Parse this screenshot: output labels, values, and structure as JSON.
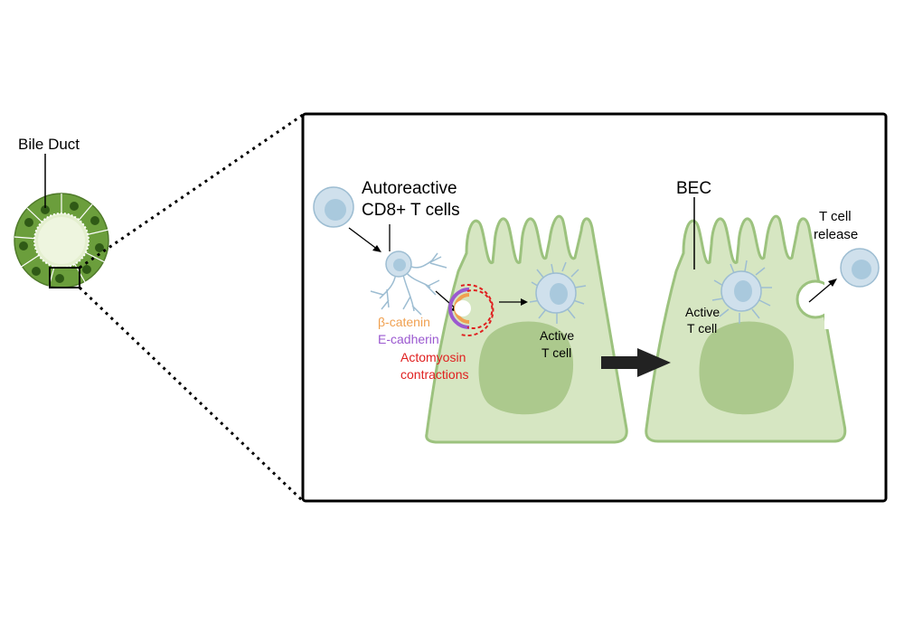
{
  "labels": {
    "bile_duct": "Bile Duct",
    "autoreactive_line1": "Autoreactive",
    "autoreactive_line2": "CD8+ T cells",
    "beta_catenin": "β-catenin",
    "e_cadherin": "E-cadherin",
    "actomyosin_line1": "Actomyosin",
    "actomyosin_line2": "contractions",
    "active_t_cell_1_line1": "Active",
    "active_t_cell_1_line2": "T cell",
    "bec": "BEC",
    "active_t_cell_2_line1": "Active",
    "active_t_cell_2_line2": "T cell",
    "t_cell_release_line1": "T cell",
    "t_cell_release_line2": "release"
  },
  "colors": {
    "cell_fill": "#d6e6c2",
    "cell_stroke": "#9cc27e",
    "nucleus": "#acc98d",
    "duct_cell": "#6b9e3c",
    "duct_nucleus": "#2f5a16",
    "tcell_fill": "#cfe0ec",
    "tcell_inner": "#a9c9dd",
    "beta_catenin": "#f0a050",
    "e_cadherin": "#9b59d0",
    "actomyosin": "#e02020"
  }
}
